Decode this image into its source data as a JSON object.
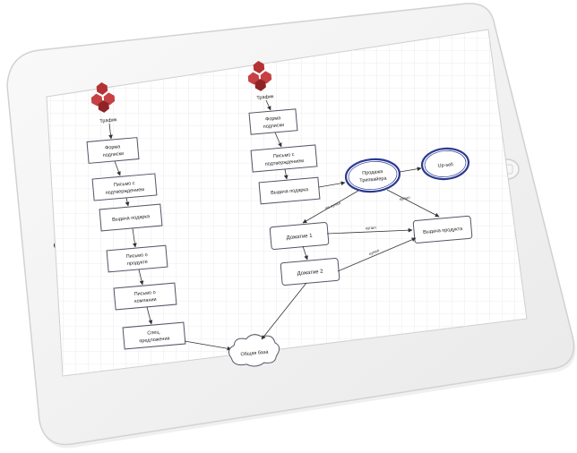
{
  "diagram": {
    "left_flow": {
      "source_label": "Трафик",
      "steps": [
        [
          "Форма",
          "подписки"
        ],
        [
          "Письмо с",
          "подтверждением"
        ],
        [
          "Выдача подарка"
        ],
        [
          "Письмо о",
          "продукте"
        ],
        [
          "Письмо о",
          "компании"
        ],
        [
          "Спец.",
          "предложения"
        ]
      ]
    },
    "right_flow": {
      "source_label": "Трафик",
      "steps": [
        [
          "Форма",
          "подписки"
        ],
        [
          "Письмо с",
          "подтверждением"
        ],
        [
          "Выдача подарка"
        ]
      ],
      "tripwire_label": [
        "Продажа",
        "Трипвайера"
      ],
      "upsell_label": "Up-sell",
      "dozhim1_label": "Дожатие 1",
      "dozhim2_label": "Дожатие 2",
      "product_label": "Выдача продукта",
      "cloud_label": "Общая база",
      "edge_labels": {
        "no_buy": "не купил",
        "bought_1": "купил",
        "bought_2": "купил",
        "bought_3": "купил"
      }
    }
  },
  "colors": {
    "tablet_body": "#f4f4f4",
    "tablet_edge": "#d8d8d8",
    "screen_bg": "#ffffff",
    "grid": "#e6e6ea",
    "node_stroke": "#555566",
    "tripwire_stroke": "#2b3a8f",
    "source_icon": "#c0393b"
  }
}
